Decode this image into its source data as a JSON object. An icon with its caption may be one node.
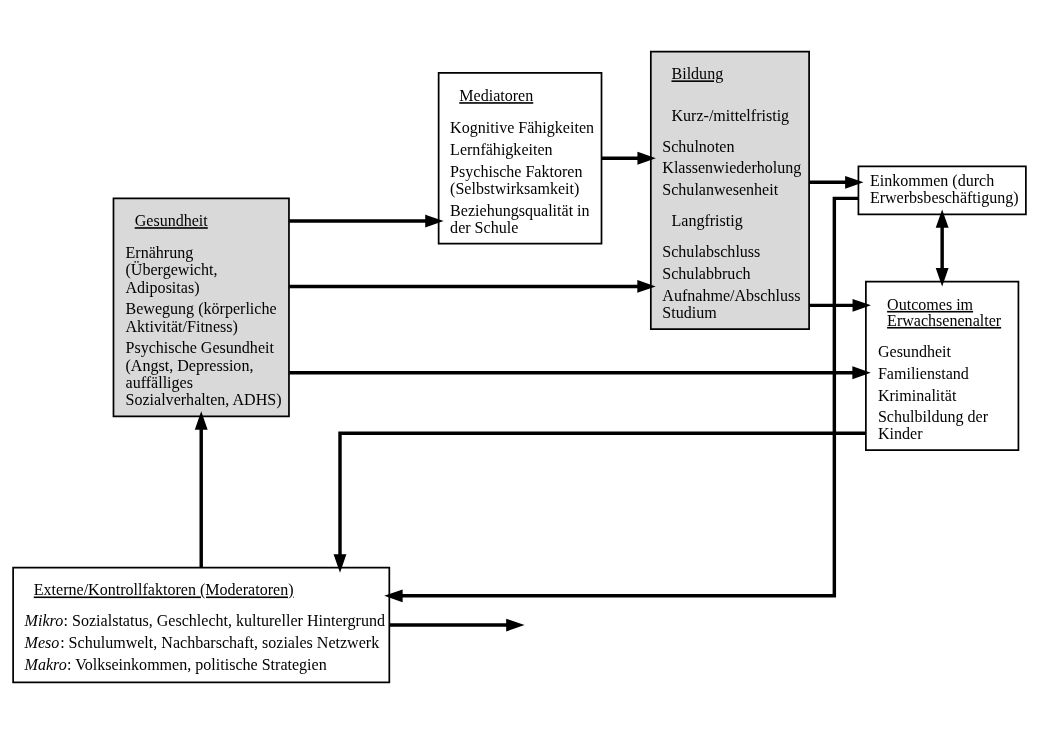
{
  "diagram": {
    "nodes": [
      {
        "text": [
          "Gesundheit",
          "Ernährung (Übergewicht, Adipositas)",
          "Bewegung (körperliche Aktivität/Fitness)",
          "Psychische Gesundheit (Angst, Depression, auffälliges Sozialverhalten, ADHS)"
        ]
      },
      {
        "text": [
          "Mediatoren",
          "Kognitive Fähigkeiten",
          "Lernfähigkeiten",
          "Psychische Faktoren (Selbstwirksamkeit)",
          "Beziehungsqualität in der Schule"
        ]
      },
      {
        "text": [
          "Bildung",
          "Kurz-/mittelfristig",
          "Schulnoten",
          "Klassenwiederholung",
          "Schulanwesenheit",
          "Langfristig",
          "Schulabschluss",
          "Schulabbruch",
          "Aufnahme/Abschluss Studium"
        ]
      },
      {
        "text": [
          "Outcomes im Erwachsenenalter",
          "Gesundheit",
          "Familienstand",
          "Kriminalität",
          "Schulbildung der Kinder"
        ]
      },
      {
        "text": [
          "Einkommen (durch Erwerbsbeschäftigung)"
        ]
      },
      {
        "text": [
          "Externe/Kontrollfaktoren (Moderatoren)",
          "*Mikro*: Sozialstatus, Geschlecht, kultureller Hintergrund",
          "*Meso*: Schulumwelt, Nachbarschaft, soziales Netzwerk",
          "*Makro*: Volkseinkommen, politische Strategien"
        ]
      }
    ],
    "edges": [
      {
        "from": 0,
        "to": 3,
        "arrow": "to"
      },
      {
        "from": 0,
        "to": 1,
        "arrow": "to"
      },
      {
        "from": 1,
        "to": 2,
        "arrow": "to"
      },
      {
        "from": 0,
        "to": 2,
        "arrow": "to"
      },
      {
        "from": 2,
        "to": 3,
        "arrow": "to"
      },
      {
        "from": 2,
        "to": 4,
        "arrow": "to"
      },
      {
        "from": 3,
        "to": 4,
        "arrow": "both"
      },
      {
        "from": 5,
        "to": 0,
        "arrow": "to"
      },
      {
        "from": 5,
        "to": null,
        "arrow": "to"
      },
      {
        "from": 3,
        "to": 5,
        "arrow": "to"
      },
      {
        "from": 4,
        "to": 5,
        "arrow": "to"
      }
    ]
  }
}
